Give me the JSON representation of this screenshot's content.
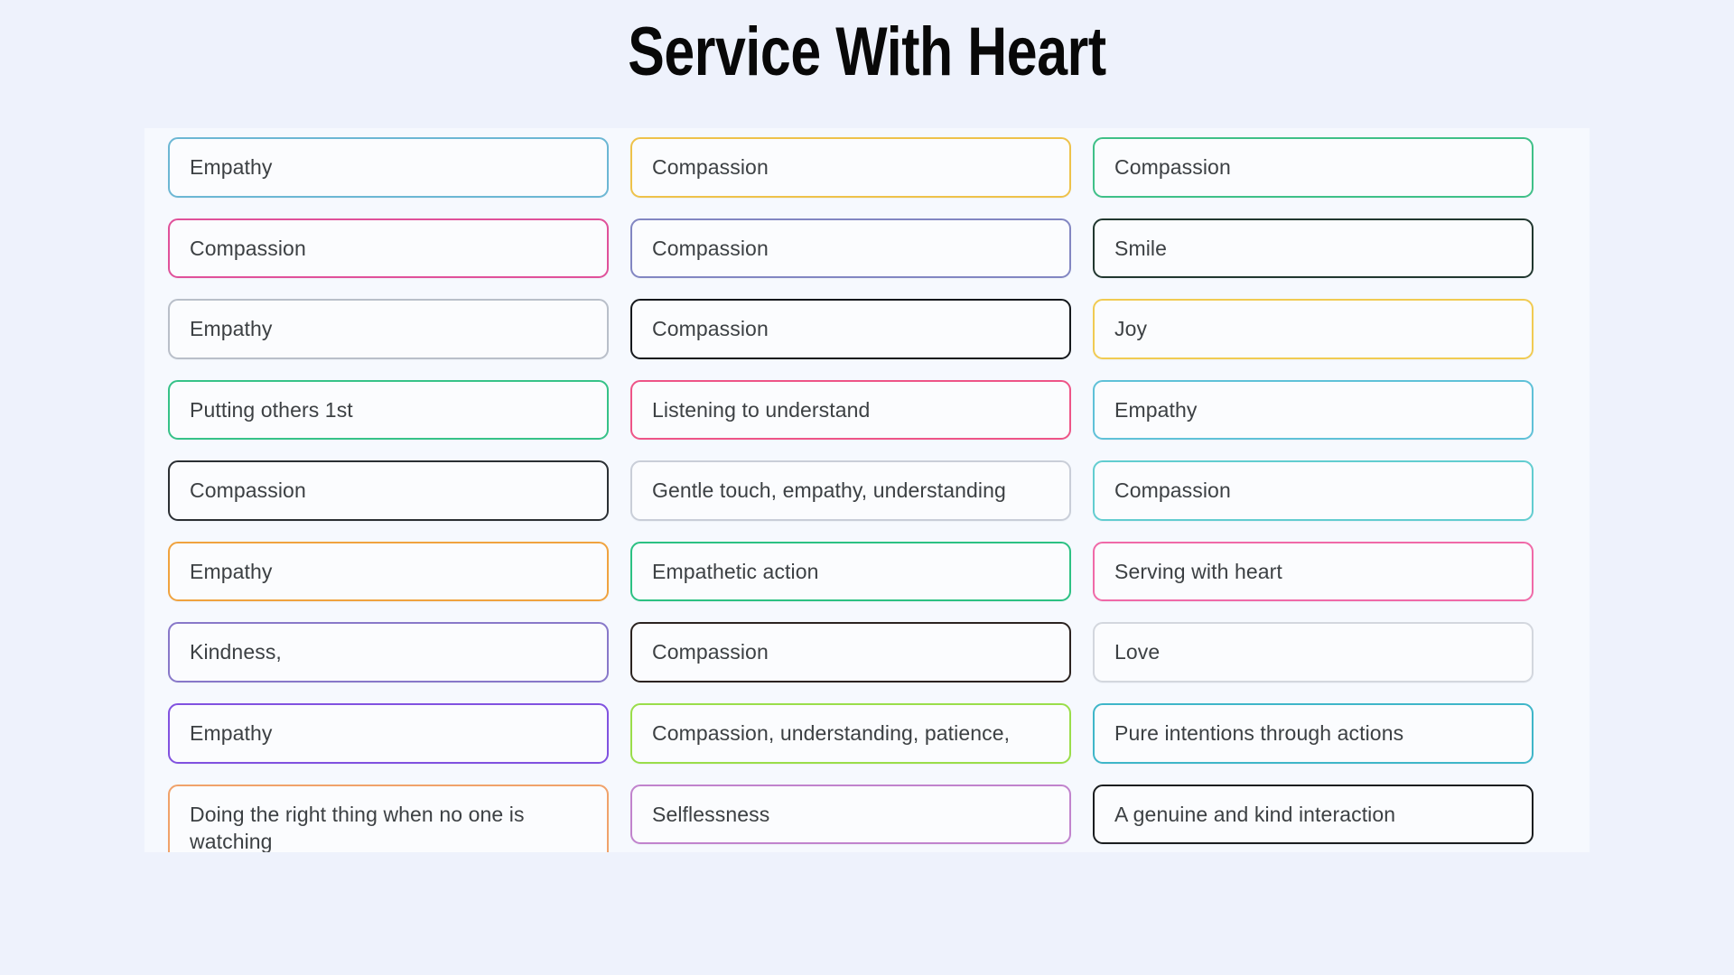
{
  "header": {
    "title": "Service With Heart"
  },
  "theme": {
    "page_background": "#eef2fc",
    "panel_background": "#f6f9fe",
    "card_background": "#fbfcfe",
    "text_color": "#3c4043",
    "title_color": "#080808"
  },
  "board": {
    "columns": [
      {
        "name": "column-1",
        "cards": [
          {
            "text": "Empathy",
            "border_color": "#6cb7d4"
          },
          {
            "text": "Compassion",
            "border_color": "#e0519a"
          },
          {
            "text": "Empathy",
            "border_color": "#b9bfc9"
          },
          {
            "text": "Putting others 1st",
            "border_color": "#36c288"
          },
          {
            "text": "Compassion",
            "border_color": "#2b2f33"
          },
          {
            "text": "Empathy",
            "border_color": "#f0a33f"
          },
          {
            "text": "Kindness,",
            "border_color": "#8878c9"
          },
          {
            "text": "Empathy",
            "border_color": "#8152e0"
          },
          {
            "text": "Doing the right thing when no one is watching",
            "border_color": "#f0a26a",
            "tall": true
          }
        ]
      },
      {
        "name": "column-2",
        "cards": [
          {
            "text": "Compassion",
            "border_color": "#eec24a"
          },
          {
            "text": "Compassion",
            "border_color": "#8286c2"
          },
          {
            "text": "Compassion",
            "border_color": "#15181c"
          },
          {
            "text": "Listening to understand",
            "border_color": "#ee5487"
          },
          {
            "text": "Gentle touch, empathy, understanding",
            "border_color": "#c9ced8"
          },
          {
            "text": "Empathetic action",
            "border_color": "#2cc183"
          },
          {
            "text": "Compassion",
            "border_color": "#2b2320"
          },
          {
            "text": "Compassion, understanding, patience,",
            "border_color": "#9ade4a"
          },
          {
            "text": "Selflessness",
            "border_color": "#c183cd"
          },
          {
            "text": "",
            "border_color": "#9aa0ab"
          }
        ]
      },
      {
        "name": "column-3",
        "cards": [
          {
            "text": "Compassion",
            "border_color": "#3fc088"
          },
          {
            "text": "Smile",
            "border_color": "#21372f"
          },
          {
            "text": "Joy",
            "border_color": "#f1cb52"
          },
          {
            "text": "Empathy",
            "border_color": "#5fc1d8"
          },
          {
            "text": "Compassion",
            "border_color": "#62cdd0"
          },
          {
            "text": "Serving with heart",
            "border_color": "#f06aa8"
          },
          {
            "text": "Love",
            "border_color": "#d3d7de"
          },
          {
            "text": "Pure intentions through actions",
            "border_color": "#3fb6c9"
          },
          {
            "text": "A genuine and kind interaction",
            "border_color": "#1a1d1f"
          },
          {
            "text": "",
            "border_color": "#57cdea"
          }
        ]
      }
    ]
  }
}
